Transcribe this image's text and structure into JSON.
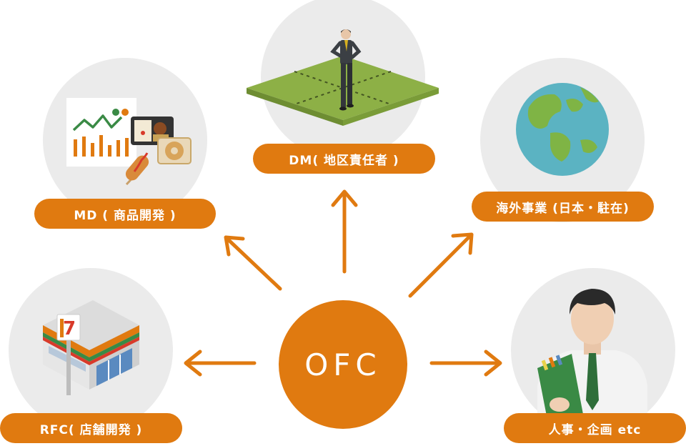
{
  "center": {
    "label": "OFC"
  },
  "nodes": [
    {
      "id": "dm",
      "label": "DM( 地区責任者 )",
      "icon": "businessman-on-grid-icon"
    },
    {
      "id": "md",
      "label": "MD ( 商品開発 )",
      "icon": "product-development-chart-icon"
    },
    {
      "id": "overseas",
      "label": "海外事業 (日本・駐在)",
      "icon": "globe-icon"
    },
    {
      "id": "rfc",
      "label": "RFC( 店舗開発 )",
      "icon": "convenience-store-icon"
    },
    {
      "id": "hr",
      "label": "人事・企画 etc",
      "icon": "office-worker-icon"
    }
  ],
  "colors": {
    "accent": "#E07A10",
    "circle_bg": "#EBEBEB",
    "grass": "#8DB046"
  }
}
